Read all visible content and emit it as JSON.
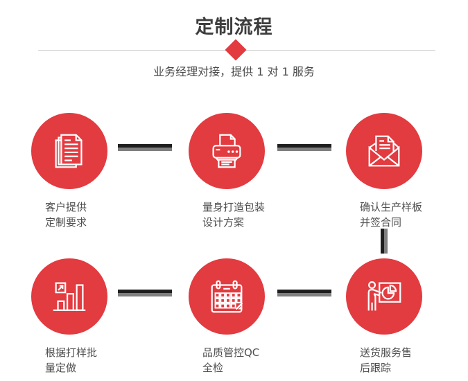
{
  "header": {
    "title": "定制流程",
    "subtitle": "业务经理对接，提供 1 对 1 服务"
  },
  "steps": [
    {
      "icon": "documents-icon",
      "lines": [
        "客户提供",
        "定制要求"
      ]
    },
    {
      "icon": "printer-icon",
      "lines": [
        "量身打造包装",
        "设计方案"
      ]
    },
    {
      "icon": "envelope-icon",
      "lines": [
        "确认生产样板",
        "并签合同"
      ]
    },
    {
      "icon": "bar-chart-icon",
      "lines": [
        "根据打样批",
        "量定做"
      ]
    },
    {
      "icon": "calendar-icon",
      "lines": [
        "品质管控QC",
        "全检"
      ]
    },
    {
      "icon": "presentation-icon",
      "lines": [
        "送货服务售",
        "后跟踪"
      ]
    }
  ],
  "colors": {
    "accent": "#e23b40",
    "bar_dark": "#1e1e1e",
    "bar_gray": "#7f7f7f",
    "divider": "#cccccc",
    "title": "#3d3d3d",
    "subtitle": "#4a4a4a",
    "label": "#4f4f4f"
  }
}
